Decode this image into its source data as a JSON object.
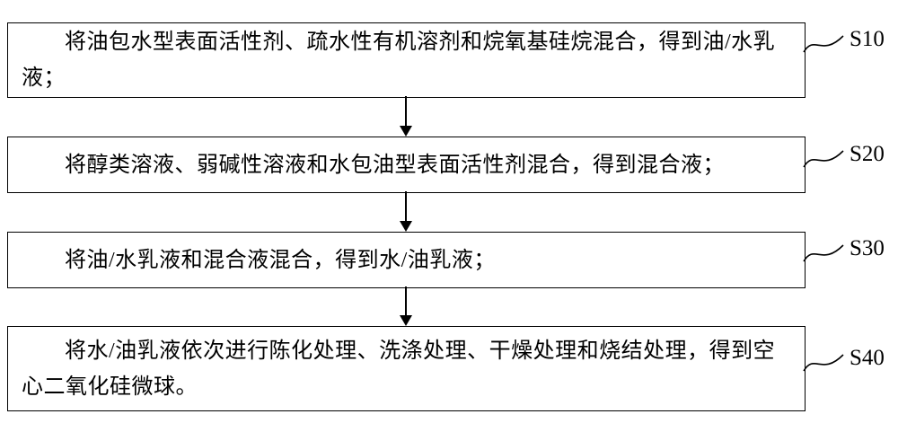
{
  "figure": {
    "background": "#ffffff",
    "line_color": "#000000",
    "type": "flowchart"
  },
  "steps": [
    {
      "id": "S10",
      "text": "将油包水型表面活性剂、疏水性有机溶剂和烷氧基硅烷混合，得到油/水乳液；"
    },
    {
      "id": "S20",
      "text": "将醇类溶液、弱碱性溶液和水包油型表面活性剂混合，得到混合液；"
    },
    {
      "id": "S30",
      "text": "将油/水乳液和混合液混合，得到水/油乳液；"
    },
    {
      "id": "S40",
      "text": "将水/油乳液依次进行陈化处理、洗涤处理、干燥处理和烧结处理，得到空心二氧化硅微球。"
    }
  ]
}
